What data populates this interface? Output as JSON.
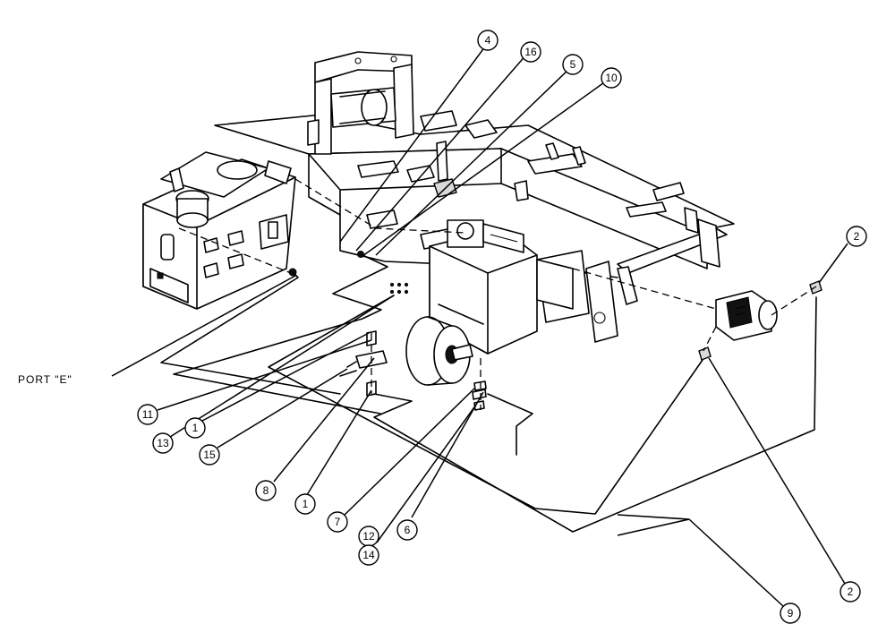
{
  "port_label": "PORT \"E\"",
  "balloons": [
    "4",
    "16",
    "5",
    "10",
    "2",
    "11",
    "13",
    "1",
    "15",
    "8",
    "1",
    "7",
    "12",
    "14",
    "6",
    "2",
    "9"
  ]
}
